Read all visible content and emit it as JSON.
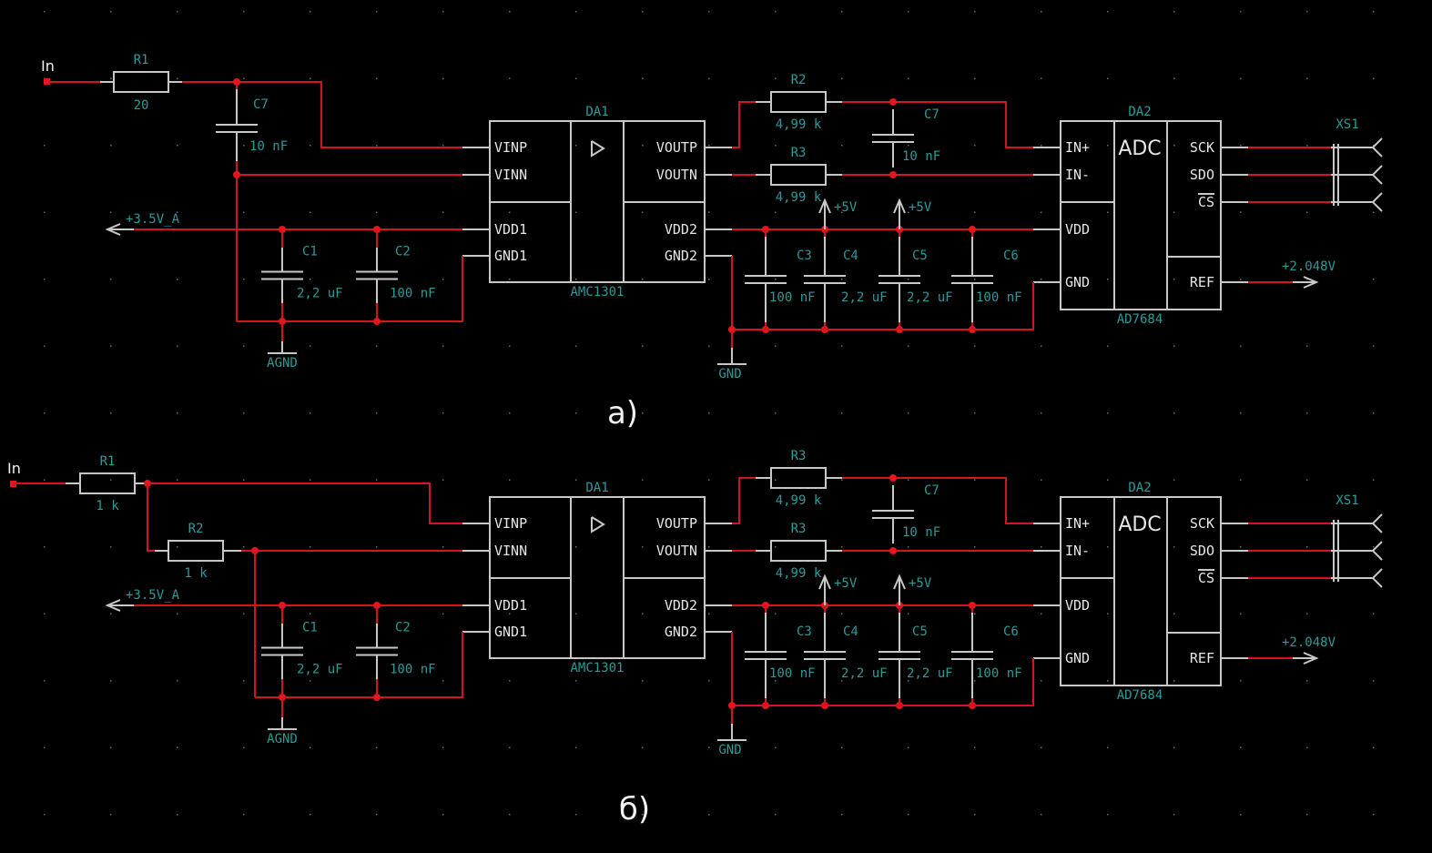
{
  "panels": [
    {
      "caption": "а)",
      "input_label": "In",
      "r1": {
        "ref": "R1",
        "value": "20"
      },
      "r2": null,
      "c7_input": {
        "ref": "C7",
        "value": "10 nF"
      },
      "supply_left": "+3.5V_A",
      "c1": {
        "ref": "C1",
        "value": "2,2 uF"
      },
      "c2": {
        "ref": "C2",
        "value": "100 nF"
      },
      "agnd": "AGND",
      "da1": {
        "ref": "DA1",
        "part": "AMC1301",
        "pins_left": [
          "VINP",
          "VINN",
          "VDD1",
          "GND1"
        ],
        "pins_right": [
          "VOUTP",
          "VOUTN",
          "VDD2",
          "GND2"
        ]
      },
      "rp": {
        "ref": "R2",
        "value": "4,99 k"
      },
      "rn": {
        "ref": "R3",
        "value": "4,99 k"
      },
      "c7_filter": {
        "ref": "C7",
        "value": "10 nF"
      },
      "supply_5v": [
        "+5V",
        "+5V"
      ],
      "decoupling": [
        {
          "ref": "C3",
          "value": "100 nF"
        },
        {
          "ref": "C4",
          "value": "2,2 uF"
        },
        {
          "ref": "C5",
          "value": "2,2 uF"
        },
        {
          "ref": "C6",
          "value": "100 nF"
        }
      ],
      "gnd": "GND",
      "da2": {
        "ref": "DA2",
        "part": "AD7684",
        "func": "ADC",
        "pins_left": [
          "IN+",
          "IN-",
          "VDD",
          "GND"
        ],
        "pins_right": [
          "SCK",
          "SDO",
          "CS",
          "REF"
        ]
      },
      "ref_voltage": "+2.048V",
      "connector": "XS1"
    },
    {
      "caption": "б)",
      "input_label": "In",
      "r1": {
        "ref": "R1",
        "value": "1 k"
      },
      "r2": {
        "ref": "R2",
        "value": "1 k"
      },
      "c7_input": null,
      "supply_left": "+3.5V_A",
      "c1": {
        "ref": "C1",
        "value": "2,2 uF"
      },
      "c2": {
        "ref": "C2",
        "value": "100 nF"
      },
      "agnd": "AGND",
      "da1": {
        "ref": "DA1",
        "part": "AMC1301",
        "pins_left": [
          "VINP",
          "VINN",
          "VDD1",
          "GND1"
        ],
        "pins_right": [
          "VOUTP",
          "VOUTN",
          "VDD2",
          "GND2"
        ]
      },
      "rp": {
        "ref": "R3",
        "value": "4,99 k"
      },
      "rn": {
        "ref": "R3",
        "value": "4,99 k"
      },
      "c7_filter": {
        "ref": "C7",
        "value": "10 nF"
      },
      "supply_5v": [
        "+5V",
        "+5V"
      ],
      "decoupling": [
        {
          "ref": "C3",
          "value": "100 nF"
        },
        {
          "ref": "C4",
          "value": "2,2 uF"
        },
        {
          "ref": "C5",
          "value": "2,2 uF"
        },
        {
          "ref": "C6",
          "value": "100 nF"
        }
      ],
      "gnd": "GND",
      "da2": {
        "ref": "DA2",
        "part": "AD7684",
        "func": "ADC",
        "pins_left": [
          "IN+",
          "IN-",
          "VDD",
          "GND"
        ],
        "pins_right": [
          "SCK",
          "SDO",
          "CS",
          "REF"
        ]
      },
      "ref_voltage": "+2.048V",
      "connector": "XS1"
    }
  ]
}
